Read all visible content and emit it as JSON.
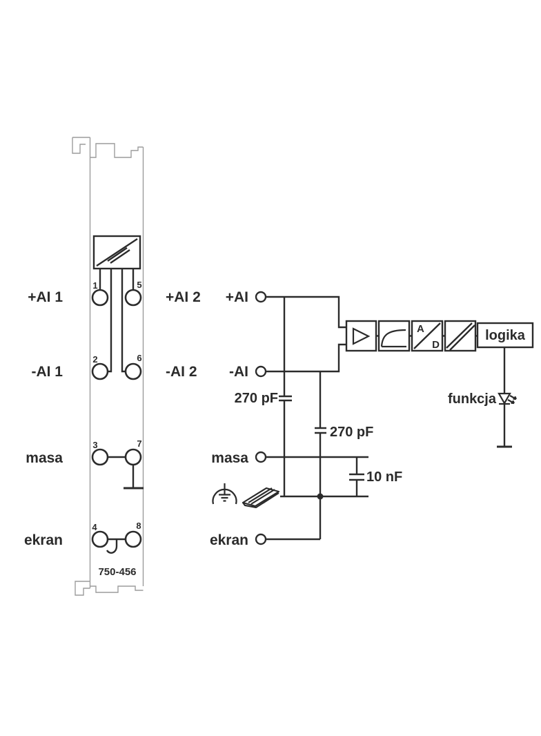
{
  "module": {
    "model": "750-456",
    "terminal_numbers": [
      "1",
      "2",
      "3",
      "4",
      "5",
      "6",
      "7",
      "8"
    ],
    "left_labels": [
      "+AI 1",
      "-AI 1",
      "masa",
      "ekran"
    ],
    "right_labels": [
      "+AI 2",
      "-AI 2"
    ]
  },
  "schematic": {
    "terminal_labels": [
      "+AI",
      "-AI",
      "masa",
      "ekran"
    ],
    "capacitor_labels": [
      "270 pF",
      "270 pF",
      "10 nF"
    ],
    "adc_letters": {
      "top": "A",
      "bottom": "D"
    },
    "logic_label": "logika",
    "led_label": "funkcja"
  },
  "colors": {
    "line": "#2b2b2b",
    "module_outline": "#9c9c9c",
    "background": "#ffffff"
  }
}
